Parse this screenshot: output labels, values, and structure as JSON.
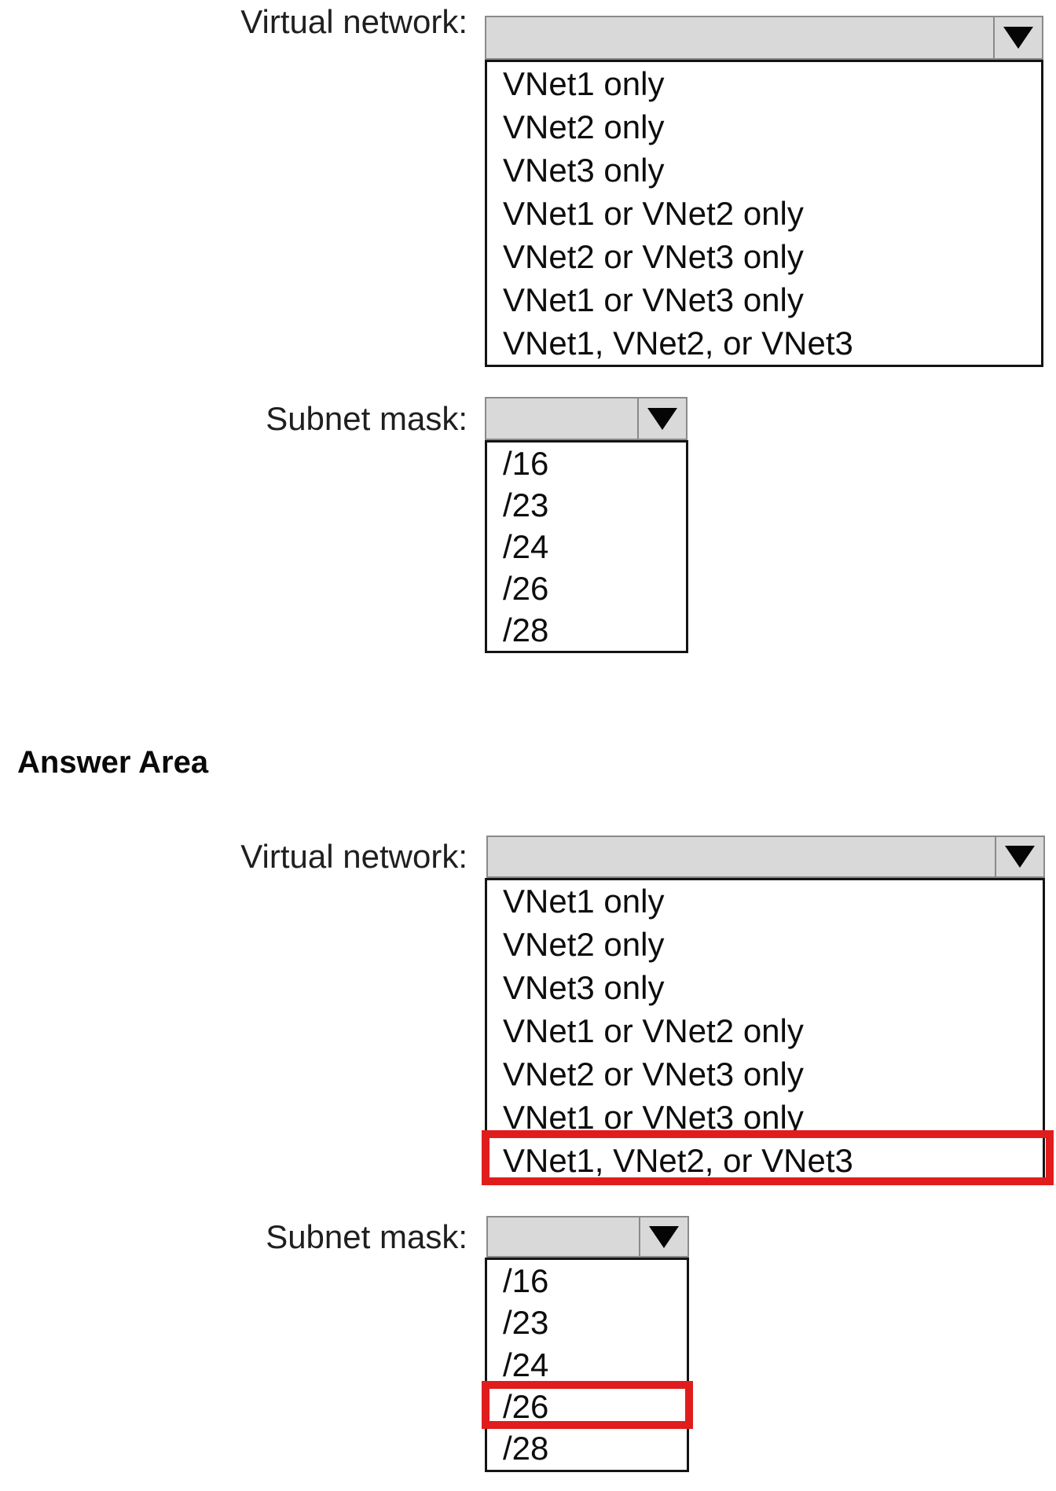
{
  "question": {
    "virtual_network": {
      "label": "Virtual network:",
      "placeholder": "",
      "options": [
        "VNet1 only",
        "VNet2 only",
        "VNet3 only",
        "VNet1 or VNet2 only",
        "VNet2 or VNet3 only",
        "VNet1 or VNet3 only",
        "VNet1, VNet2, or VNet3"
      ]
    },
    "subnet_mask": {
      "label": "Subnet mask:",
      "placeholder": "",
      "options": [
        "/16",
        "/23",
        "/24",
        "/26",
        "/28"
      ]
    }
  },
  "answer_area": {
    "heading": "Answer Area",
    "virtual_network": {
      "label": "Virtual network:",
      "placeholder": "",
      "options": [
        "VNet1 only",
        "VNet2 only",
        "VNet3 only",
        "VNet1 or VNet2 only",
        "VNet2 or VNet3 only",
        "VNet1 or VNet3 only",
        "VNet1, VNet2, or VNet3"
      ],
      "selected_value": "VNet1, VNet2, or VNet3",
      "selected_index": 6
    },
    "subnet_mask": {
      "label": "Subnet mask:",
      "placeholder": "",
      "options": [
        "/16",
        "/23",
        "/24",
        "/26",
        "/28"
      ],
      "selected_value": "/26",
      "selected_index": 3
    }
  },
  "icons": {
    "dropdown_arrow": "down-triangle"
  },
  "colors": {
    "highlight_red": "#e11c1c",
    "dropdown_header_gray": "#d9d9d9",
    "list_border_black": "#141414",
    "header_border_gray": "#8a8a8a"
  }
}
